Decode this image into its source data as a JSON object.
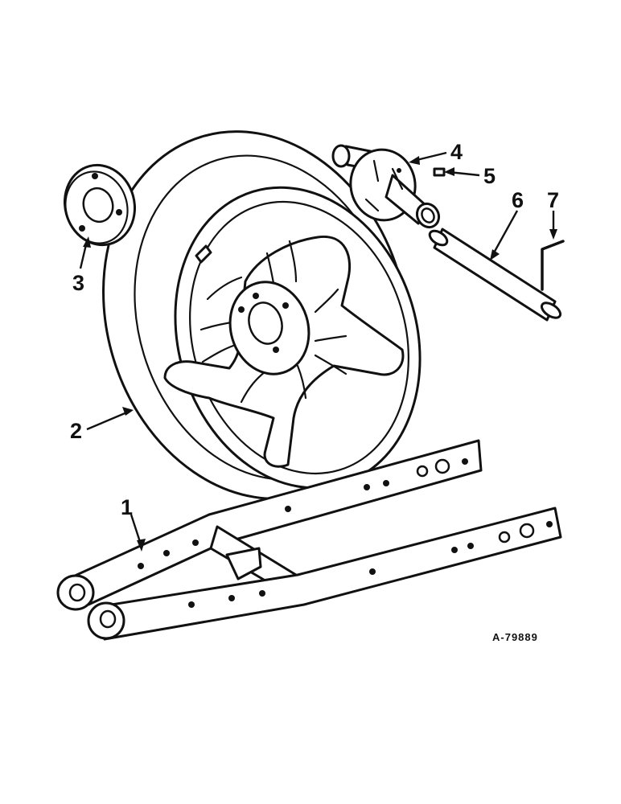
{
  "diagram": {
    "reference_code": "A-79889",
    "callouts": [
      {
        "number": "1",
        "part": "drawbar-frame"
      },
      {
        "number": "2",
        "part": "wheel-and-tire"
      },
      {
        "number": "3",
        "part": "hub-plate"
      },
      {
        "number": "4",
        "part": "axle-spindle-bracket"
      },
      {
        "number": "5",
        "part": "set-screw"
      },
      {
        "number": "6",
        "part": "axle-shaft"
      },
      {
        "number": "7",
        "part": "allen-wrench"
      }
    ]
  }
}
